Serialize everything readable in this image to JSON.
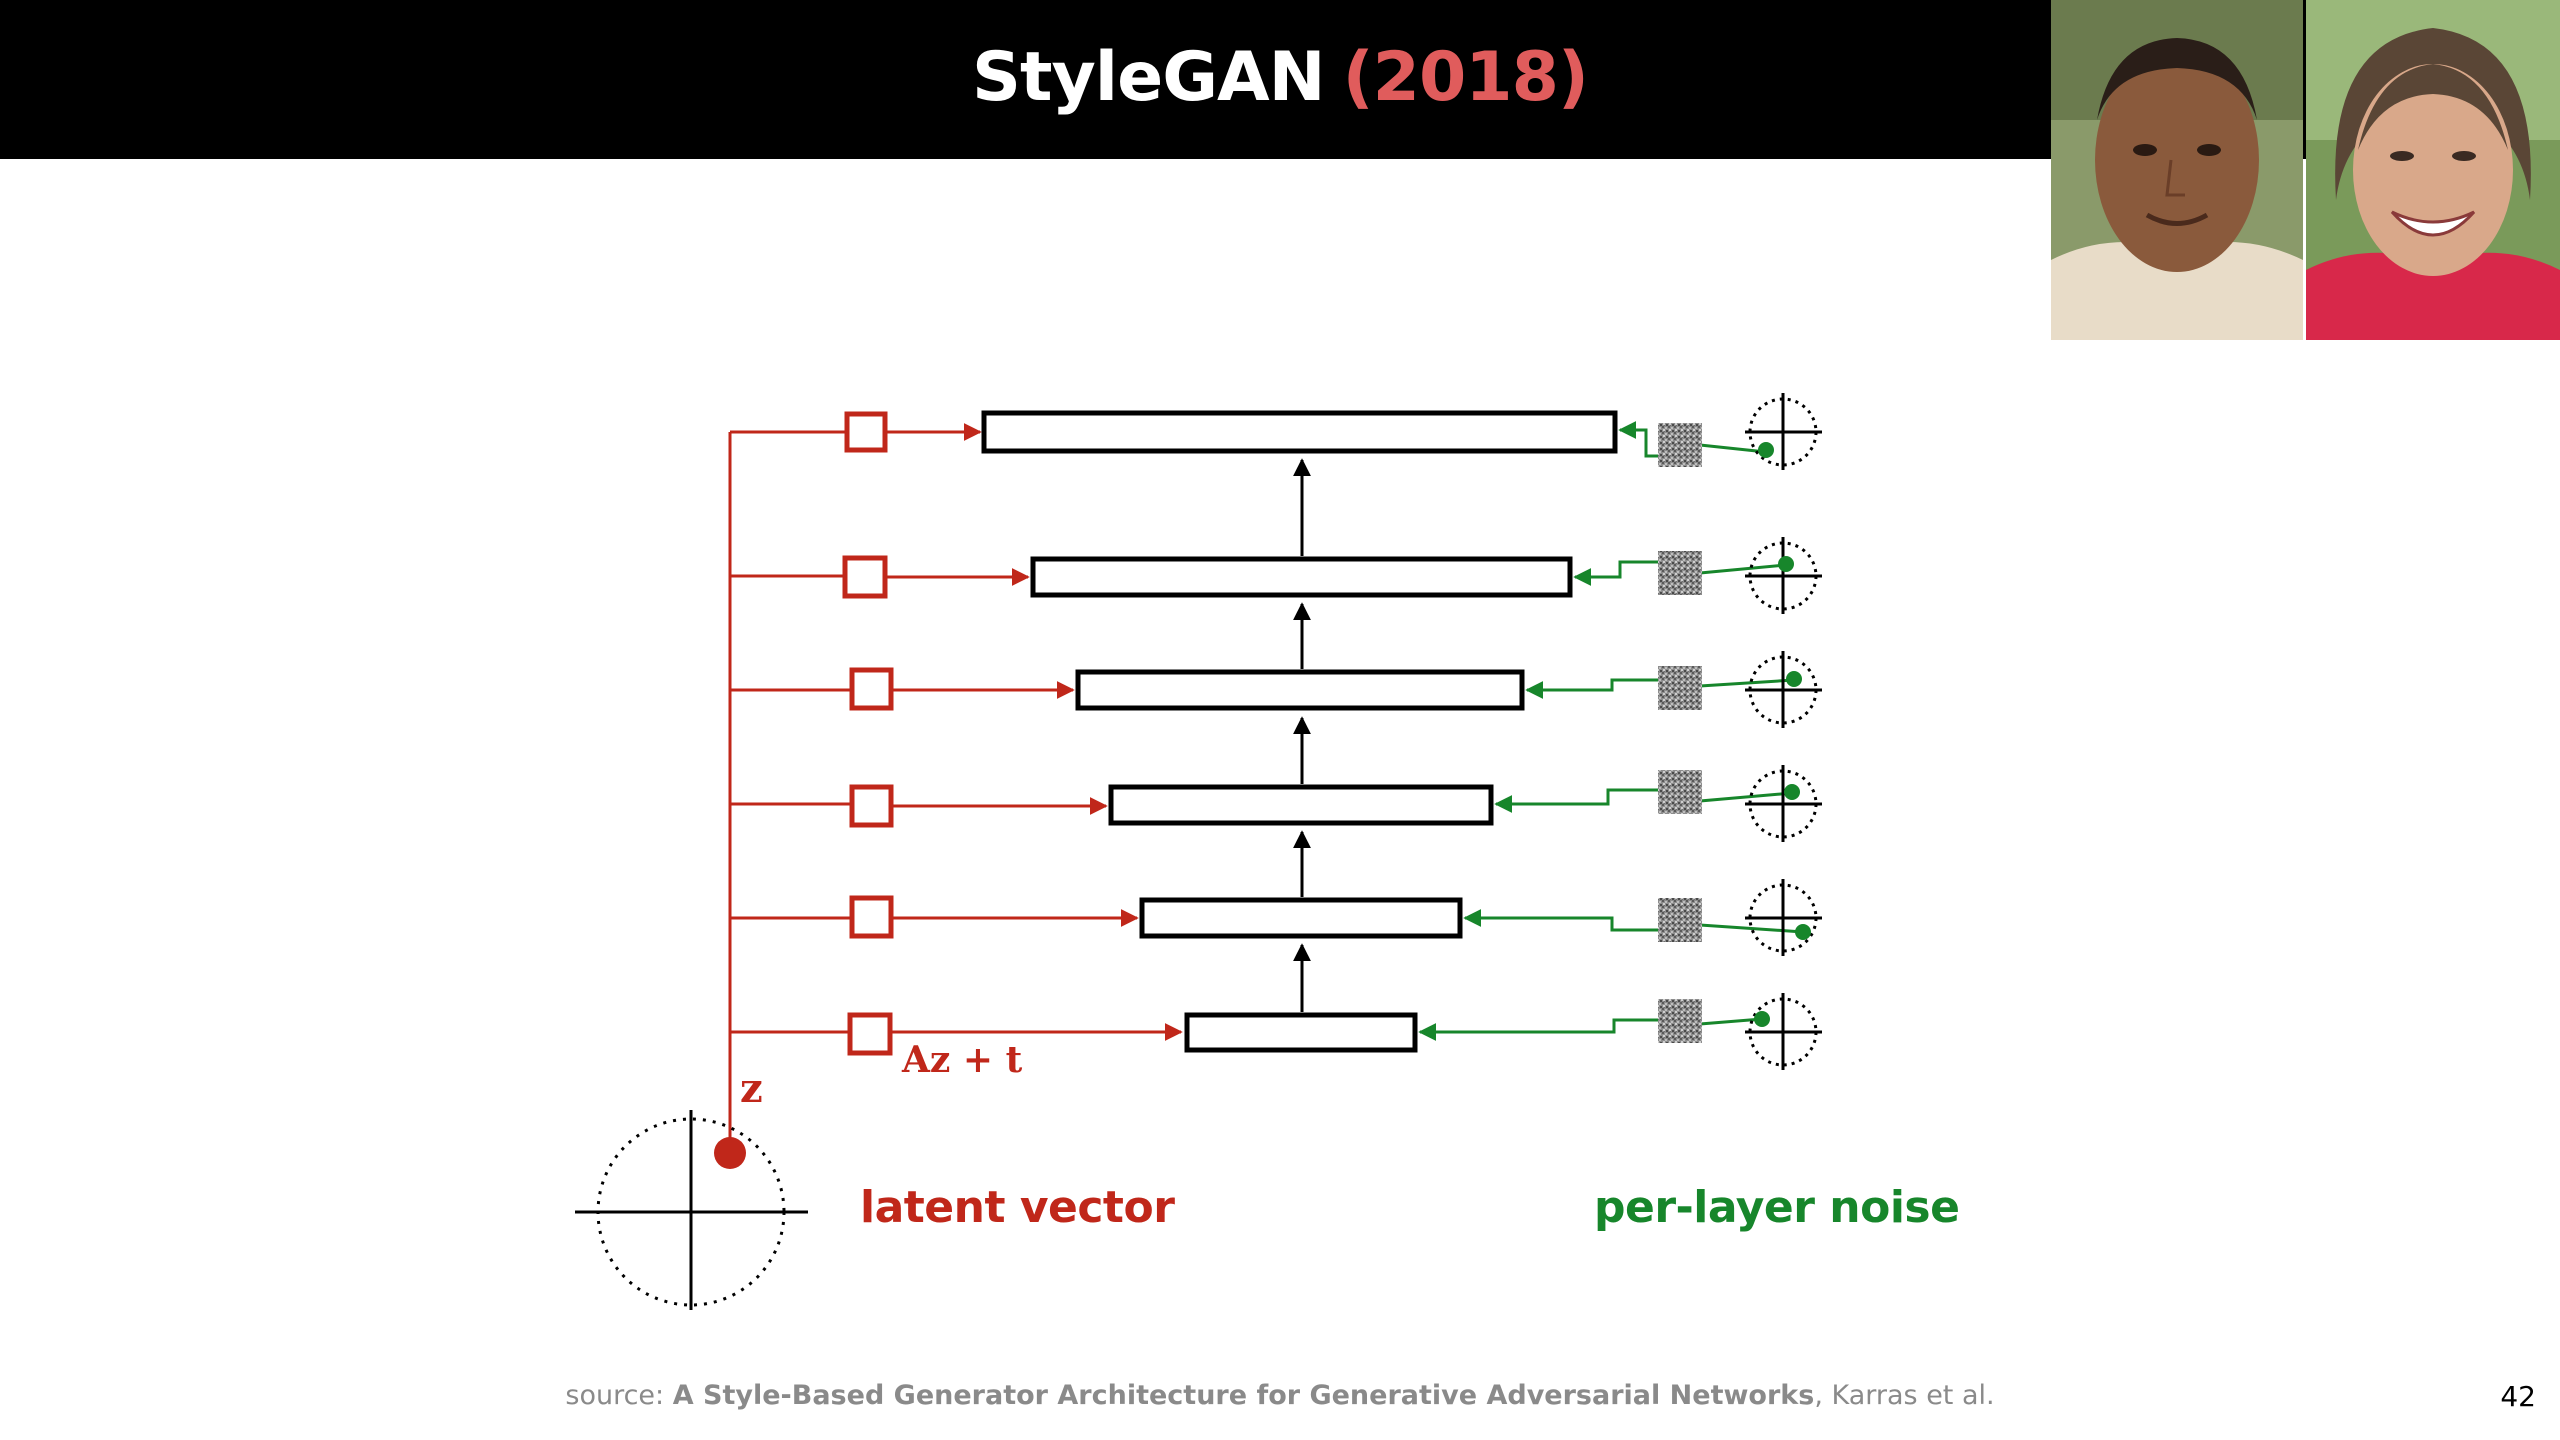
{
  "header": {
    "title_main": "StyleGAN",
    "title_year": "(2018)"
  },
  "images": {
    "face_1": "smiling man face photo",
    "face_2": "smiling woman face photo"
  },
  "diagram": {
    "latent_symbol": "z",
    "affine_label": "Az + t",
    "latent_label": "latent vector",
    "noise_label": "per-layer noise",
    "layer_count": 6
  },
  "footer": {
    "source_prefix": "source:",
    "source_title": "A Style-Based Generator Architecture for Generative Adversarial Networks",
    "source_authors": ", Karras et al.",
    "page_number": "42"
  },
  "colors": {
    "latent": "#c0271a",
    "noise": "#17862b",
    "title_year": "#e05c5c"
  }
}
